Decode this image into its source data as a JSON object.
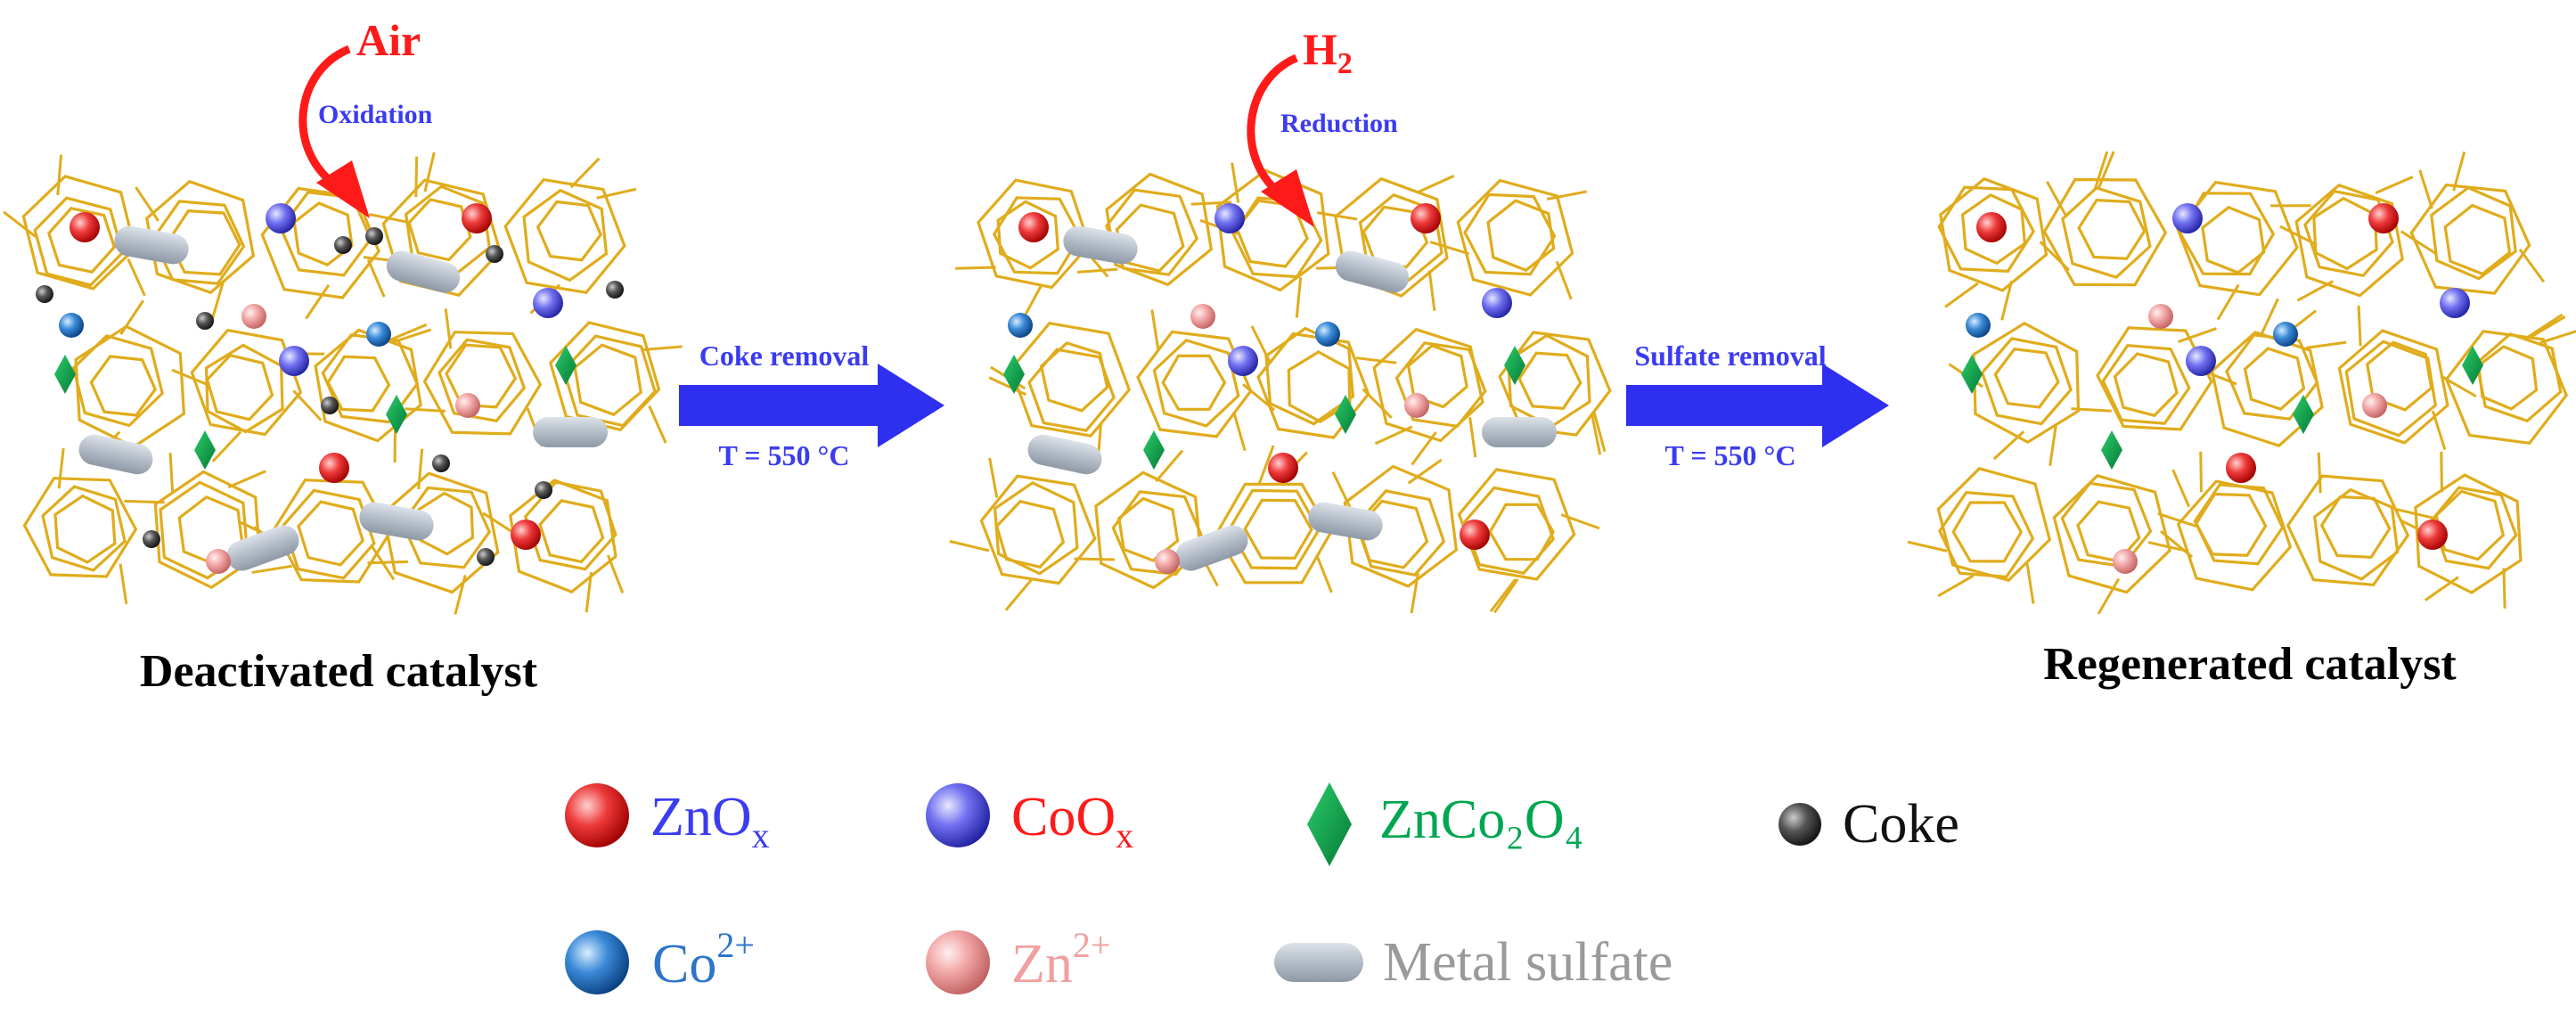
{
  "panels": [
    {
      "caption": "Deactivated catalyst",
      "coke": true,
      "sulfate": true
    },
    {
      "caption": "",
      "coke": false,
      "sulfate": true
    },
    {
      "caption": "Regenerated catalyst",
      "coke": false,
      "sulfate": false
    }
  ],
  "steps": [
    {
      "gas": "Air",
      "action": "Oxidation",
      "arrow_label": "Coke removal",
      "condition": "T = 550 °C"
    },
    {
      "gas": "H",
      "gas_sub": "2",
      "action": "Reduction",
      "arrow_label": "Sulfate removal",
      "condition": "T = 550 °C"
    }
  ],
  "legend": [
    {
      "label": "ZnO",
      "sub": "x",
      "sup": "",
      "color": "#3b3bf0",
      "icon": "red-sphere-icon",
      "swatch": "#ee2a2a"
    },
    {
      "label": "CoO",
      "sub": "x",
      "sup": "",
      "color": "#ff1a1a",
      "icon": "purple-sphere-icon",
      "swatch": "#6a6af0"
    },
    {
      "label": "ZnCo₂O₄",
      "sub": "",
      "sup": "",
      "color": "#00a651",
      "icon": "green-diamond-icon",
      "swatch": "#0a9a4a"
    },
    {
      "label": "Coke",
      "sub": "",
      "sup": "",
      "color": "#111111",
      "icon": "black-sphere-icon",
      "swatch": "#333333"
    },
    {
      "label": "Co",
      "sub": "",
      "sup": "2+",
      "color": "#2e75c8",
      "icon": "blue-sphere-icon",
      "swatch": "#3a8ad8"
    },
    {
      "label": "Zn",
      "sub": "",
      "sup": "2+",
      "color": "#f0a0a0",
      "icon": "pink-sphere-icon",
      "swatch": "#f2a6a6"
    },
    {
      "label": "Metal sulfate",
      "sub": "",
      "sup": "",
      "color": "#9a9a9a",
      "icon": "gray-pill-icon",
      "swatch": "#b9c0c8"
    }
  ],
  "colors": {
    "framework": "#e0ac1c",
    "arrow_blue": "#2f2ff0",
    "arrow_red": "#ff1a1a"
  }
}
